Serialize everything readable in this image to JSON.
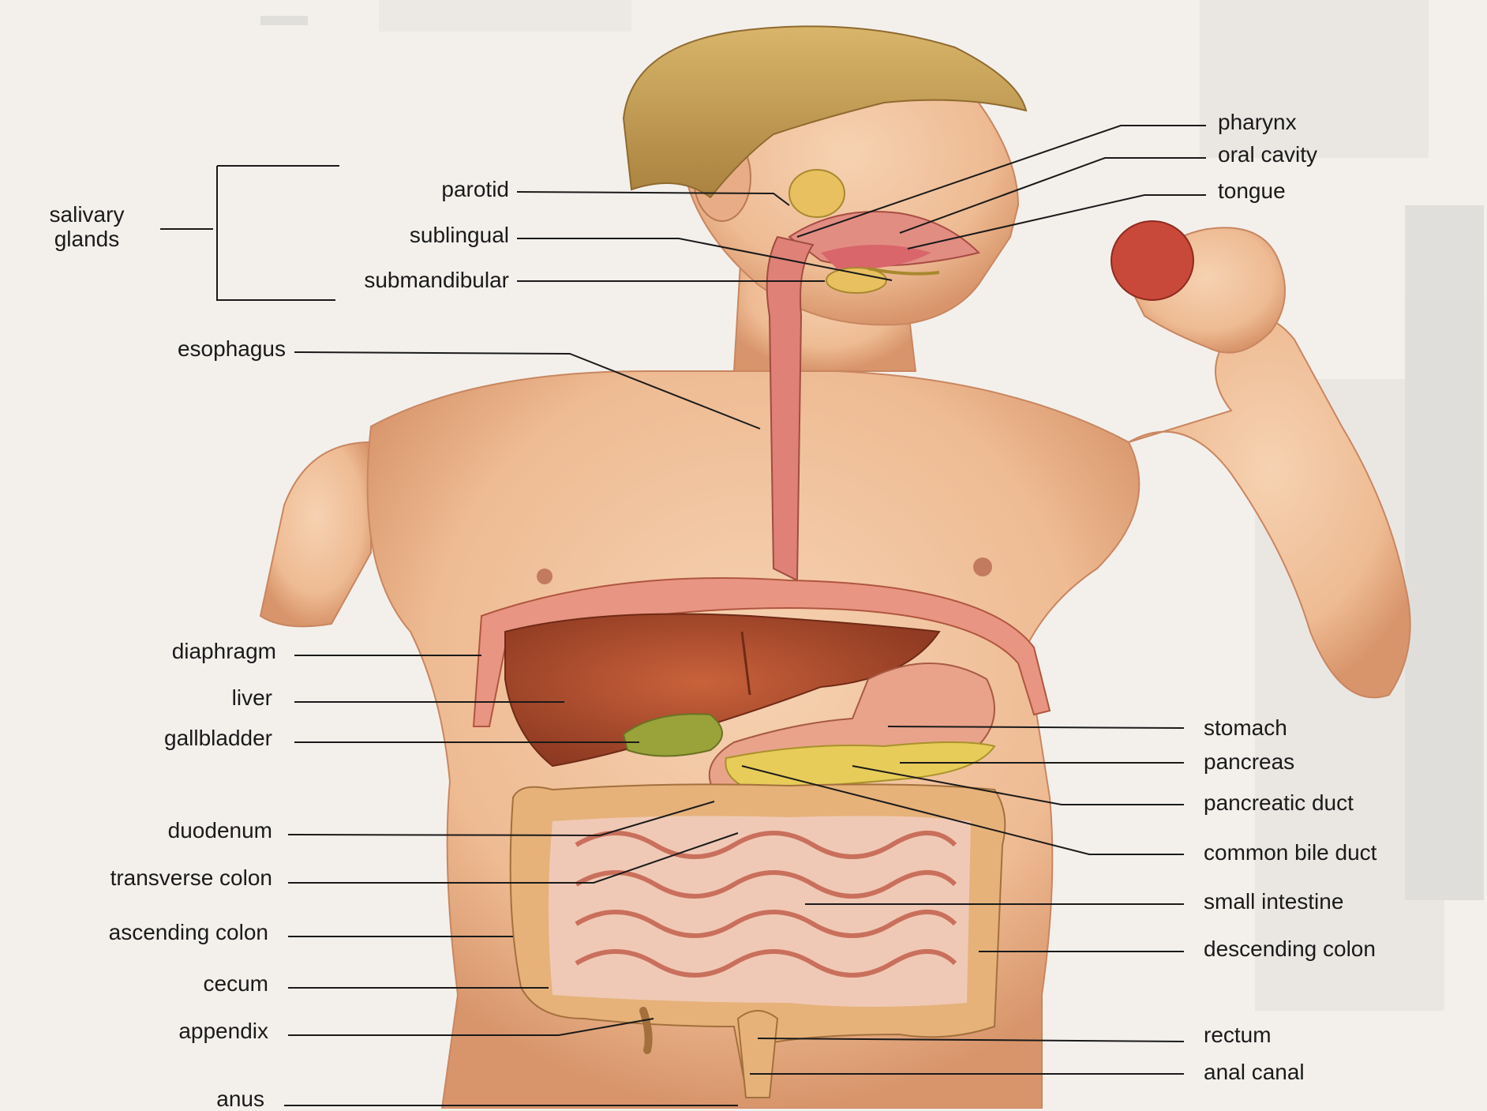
{
  "colors": {
    "background": "#f3f0ec",
    "skin": "#f1c4a0",
    "skin_shadow": "#d99a72",
    "hair": "#c9a257",
    "liver": "#b5502f",
    "stomach": "#e9a38a",
    "intestine": "#e7a48f",
    "colon": "#e6b27a",
    "pancreas": "#e8cc5a",
    "gallbladder": "#9aa33a",
    "esophagus": "#d9736a",
    "leader_line": "#1a1a1a"
  },
  "labels": {
    "salivary_glands": "salivary\nglands",
    "parotid": "parotid",
    "sublingual": "sublingual",
    "submandibular": "submandibular",
    "esophagus": "esophagus",
    "diaphragm": "diaphragm",
    "liver": "liver",
    "gallbladder": "gallbladder",
    "duodenum": "duodenum",
    "transverse_colon": "transverse colon",
    "ascending_colon": "ascending colon",
    "cecum": "cecum",
    "appendix": "appendix",
    "anus": "anus",
    "pharynx": "pharynx",
    "oral_cavity": "oral cavity",
    "tongue": "tongue",
    "stomach": "stomach",
    "pancreas": "pancreas",
    "pancreatic_duct": "pancreatic duct",
    "common_bile_duct": "common bile duct",
    "small_intestine": "small intestine",
    "descending_colon": "descending colon",
    "rectum": "rectum",
    "anal_canal": "anal canal"
  }
}
